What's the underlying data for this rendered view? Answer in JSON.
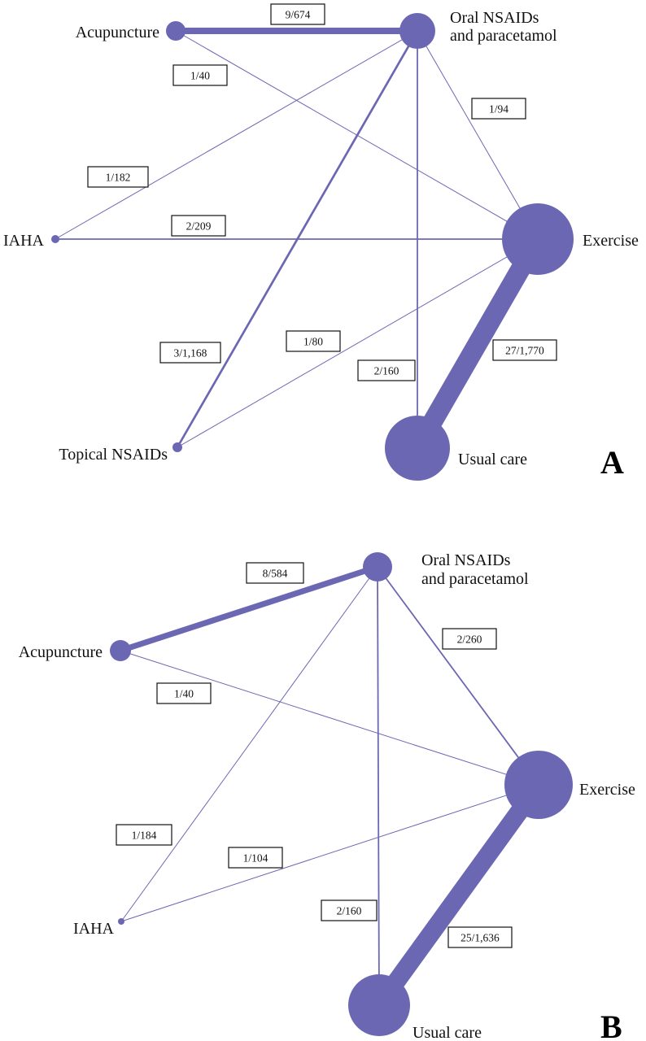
{
  "panels": [
    {
      "letter": "A",
      "nodes": [
        {
          "id": "acupuncture",
          "lines": [
            "Acupuncture"
          ]
        },
        {
          "id": "oral-nsaids",
          "lines": [
            "Oral NSAIDs",
            "and paracetamol"
          ]
        },
        {
          "id": "iaha",
          "lines": [
            "IAHA"
          ]
        },
        {
          "id": "exercise",
          "lines": [
            "Exercise"
          ]
        },
        {
          "id": "topical-nsaids",
          "lines": [
            "Topical NSAIDs"
          ]
        },
        {
          "id": "usual-care",
          "lines": [
            "Usual care"
          ]
        }
      ],
      "edges": [
        {
          "from": "acupuncture",
          "to": "oral-nsaids",
          "label": "9/674",
          "trials": 9,
          "patients": 674
        },
        {
          "from": "acupuncture",
          "to": "exercise",
          "label": "1/40",
          "trials": 1,
          "patients": 40
        },
        {
          "from": "oral-nsaids",
          "to": "exercise",
          "label": "1/94",
          "trials": 1,
          "patients": 94
        },
        {
          "from": "oral-nsaids",
          "to": "iaha",
          "label": "1/182",
          "trials": 1,
          "patients": 182
        },
        {
          "from": "iaha",
          "to": "exercise",
          "label": "2/209",
          "trials": 2,
          "patients": 209
        },
        {
          "from": "oral-nsaids",
          "to": "topical-nsaids",
          "label": "3/1,168",
          "trials": 3,
          "patients": 1168
        },
        {
          "from": "topical-nsaids",
          "to": "exercise",
          "label": "1/80",
          "trials": 1,
          "patients": 80
        },
        {
          "from": "oral-nsaids",
          "to": "usual-care",
          "label": "2/160",
          "trials": 2,
          "patients": 160
        },
        {
          "from": "exercise",
          "to": "usual-care",
          "label": "27/1,770",
          "trials": 27,
          "patients": 1770
        }
      ]
    },
    {
      "letter": "B",
      "nodes": [
        {
          "id": "oral-nsaids",
          "lines": [
            "Oral NSAIDs",
            "and paracetamol"
          ]
        },
        {
          "id": "acupuncture",
          "lines": [
            "Acupuncture"
          ]
        },
        {
          "id": "exercise",
          "lines": [
            "Exercise"
          ]
        },
        {
          "id": "iaha",
          "lines": [
            "IAHA"
          ]
        },
        {
          "id": "usual-care",
          "lines": [
            "Usual care"
          ]
        }
      ],
      "edges": [
        {
          "from": "acupuncture",
          "to": "oral-nsaids",
          "label": "8/584",
          "trials": 8,
          "patients": 584
        },
        {
          "from": "oral-nsaids",
          "to": "exercise",
          "label": "2/260",
          "trials": 2,
          "patients": 260
        },
        {
          "from": "acupuncture",
          "to": "exercise",
          "label": "1/40",
          "trials": 1,
          "patients": 40
        },
        {
          "from": "oral-nsaids",
          "to": "iaha",
          "label": "1/184",
          "trials": 1,
          "patients": 184
        },
        {
          "from": "iaha",
          "to": "exercise",
          "label": "1/104",
          "trials": 1,
          "patients": 104
        },
        {
          "from": "oral-nsaids",
          "to": "usual-care",
          "label": "2/160",
          "trials": 2,
          "patients": 160
        },
        {
          "from": "exercise",
          "to": "usual-care",
          "label": "25/1,636",
          "trials": 25,
          "patients": 1636
        }
      ]
    }
  ],
  "colors": {
    "node": "#6b67b3",
    "edge": "#6b67b3",
    "text": "#111111"
  }
}
